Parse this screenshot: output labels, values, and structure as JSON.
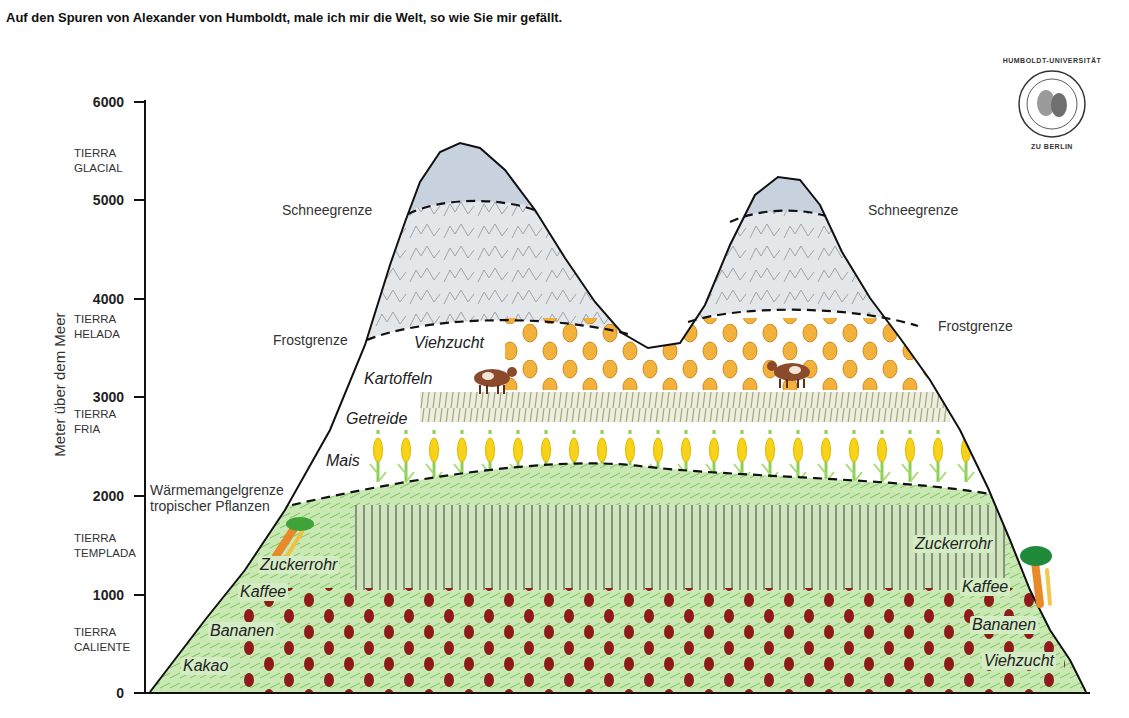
{
  "diagram": {
    "title": "Auf den Spuren von Alexander von Humboldt, male ich mir die Welt, so wie Sie mir gefällt.",
    "labels": [
      "HUMBOLDT-UNIVERSITÄT",
      "ZU BERLIN",
      "6000",
      "TIERRA GLACIAL",
      "5000",
      "Schneegrenze",
      "Schneegrenze",
      "4000",
      "TIERRA HELADA",
      "Frostgrenze",
      "Viehzucht",
      "Frostgrenze",
      "Meter über dem Meer",
      "Kartoffeln",
      "3000",
      "TIERRA FRIA",
      "Getreide",
      "Mais",
      "2000",
      "Wärmemangelgrenze tropischer Pflanzen",
      "TIERRA TEMPLADA",
      "Zuckerrohr",
      "Zuckerrohr",
      "Kaffee",
      "Kaffee",
      "1000",
      "Bananen",
      "Bananen",
      "TIERRA CALIENTE",
      "Kakao",
      "Viehzucht",
      "0"
    ]
  }
}
